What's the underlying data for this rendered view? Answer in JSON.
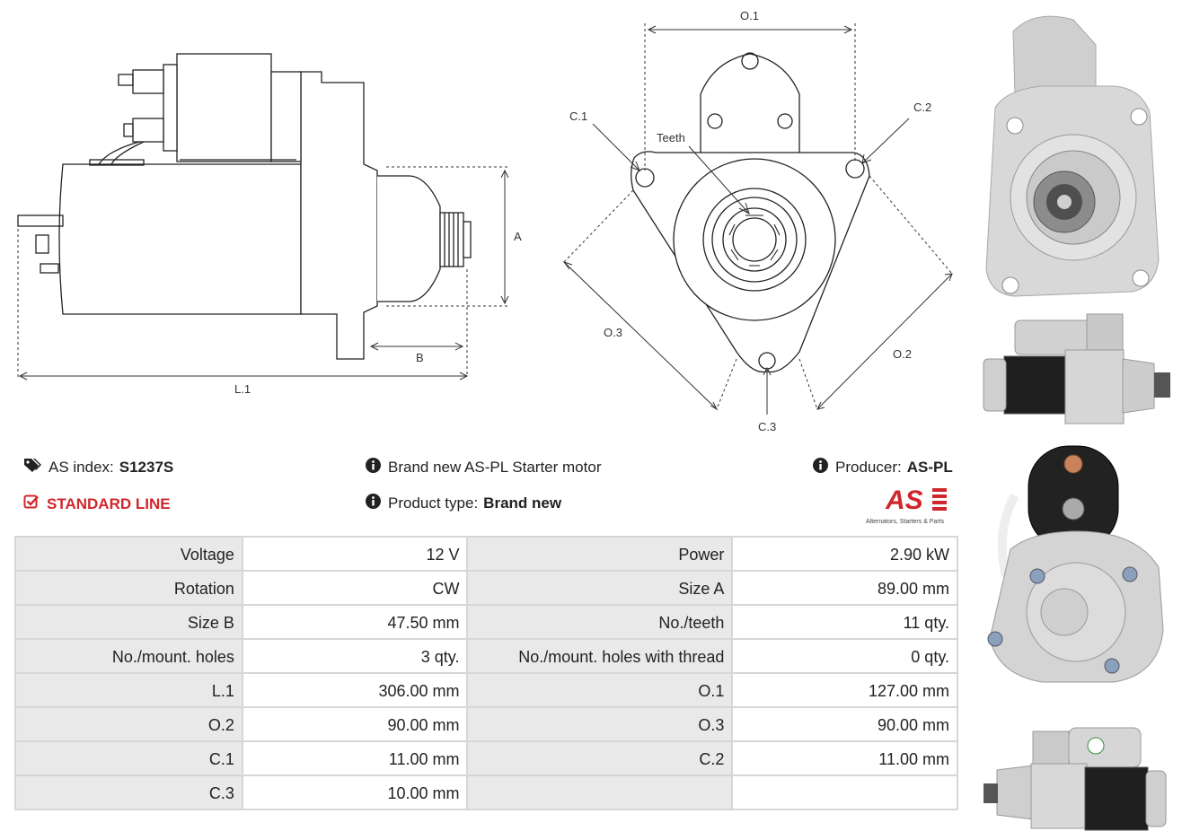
{
  "diagram": {
    "side_labels": {
      "A": "A",
      "B": "B",
      "L1": "L.1"
    },
    "front_labels": {
      "O1": "O.1",
      "O2": "O.2",
      "O3": "O.3",
      "C1": "C.1",
      "C2": "C.2",
      "C3": "C.3",
      "teeth": "Teeth"
    }
  },
  "info": {
    "as_index_label": "AS index:",
    "as_index_value": "S1237S",
    "description": "Brand new AS-PL Starter motor",
    "producer_label": "Producer:",
    "producer_value": "AS-PL",
    "line": "STANDARD LINE",
    "product_type_label": "Product type:",
    "product_type_value": "Brand new",
    "logo_text": "AS",
    "logo_tagline": "Alternators, Starters & Parts"
  },
  "specs": [
    [
      "Voltage",
      "12 V",
      "Power",
      "2.90 kW"
    ],
    [
      "Rotation",
      "CW",
      "Size A",
      "89.00 mm"
    ],
    [
      "Size B",
      "47.50 mm",
      "No./teeth",
      "11 qty."
    ],
    [
      "No./mount. holes",
      "3 qty.",
      "No./mount. holes with thread",
      "0 qty."
    ],
    [
      "L.1",
      "306.00 mm",
      "O.1",
      "127.00 mm"
    ],
    [
      "O.2",
      "90.00 mm",
      "O.3",
      "90.00 mm"
    ],
    [
      "C.1",
      "11.00 mm",
      "C.2",
      "11.00 mm"
    ],
    [
      "C.3",
      "10.00 mm",
      "",
      ""
    ]
  ],
  "colors": {
    "accent": "#d0262c",
    "label_bg": "#e9e9e9",
    "grid": "#d6d6d6"
  }
}
